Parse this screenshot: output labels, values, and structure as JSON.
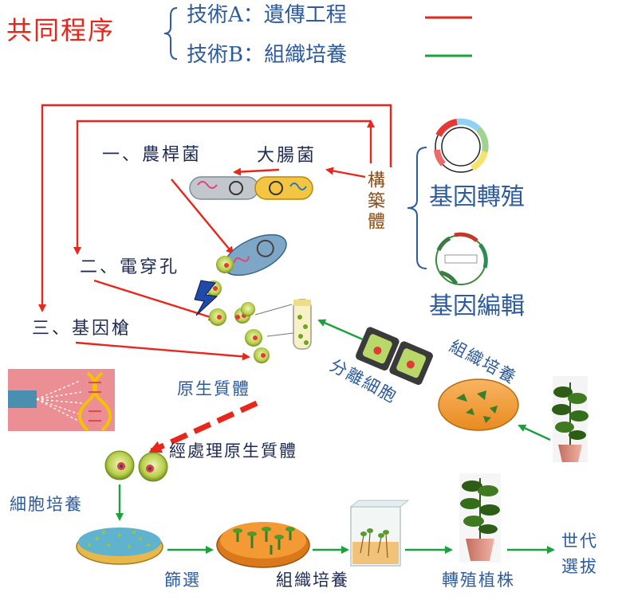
{
  "header": {
    "title": "共同程序",
    "tech_a": "技術A：遺傳工程",
    "tech_b": "技術B：組織培養",
    "colors": {
      "tech_a": "#e8261b",
      "tech_b": "#1aa33b"
    }
  },
  "construct": {
    "label": "構築體",
    "options": [
      "基因轉殖",
      "基因編輯"
    ]
  },
  "methods": {
    "agro": "一、農桿菌",
    "ecoli": "大腸菌",
    "electro": "二、電穿孔",
    "gun": "三、基因槍"
  },
  "protoplast": {
    "label": "原生質體",
    "treated": "經處理原生質體",
    "isolate": "分離細胞"
  },
  "culture": {
    "tissue_top": "組織培養",
    "cell_culture": "細胞培養",
    "screening": "篩選",
    "tissue_bottom": "組織培養",
    "transgenic_plant": "轉殖植株",
    "generation_selection": "世代選拔"
  }
}
